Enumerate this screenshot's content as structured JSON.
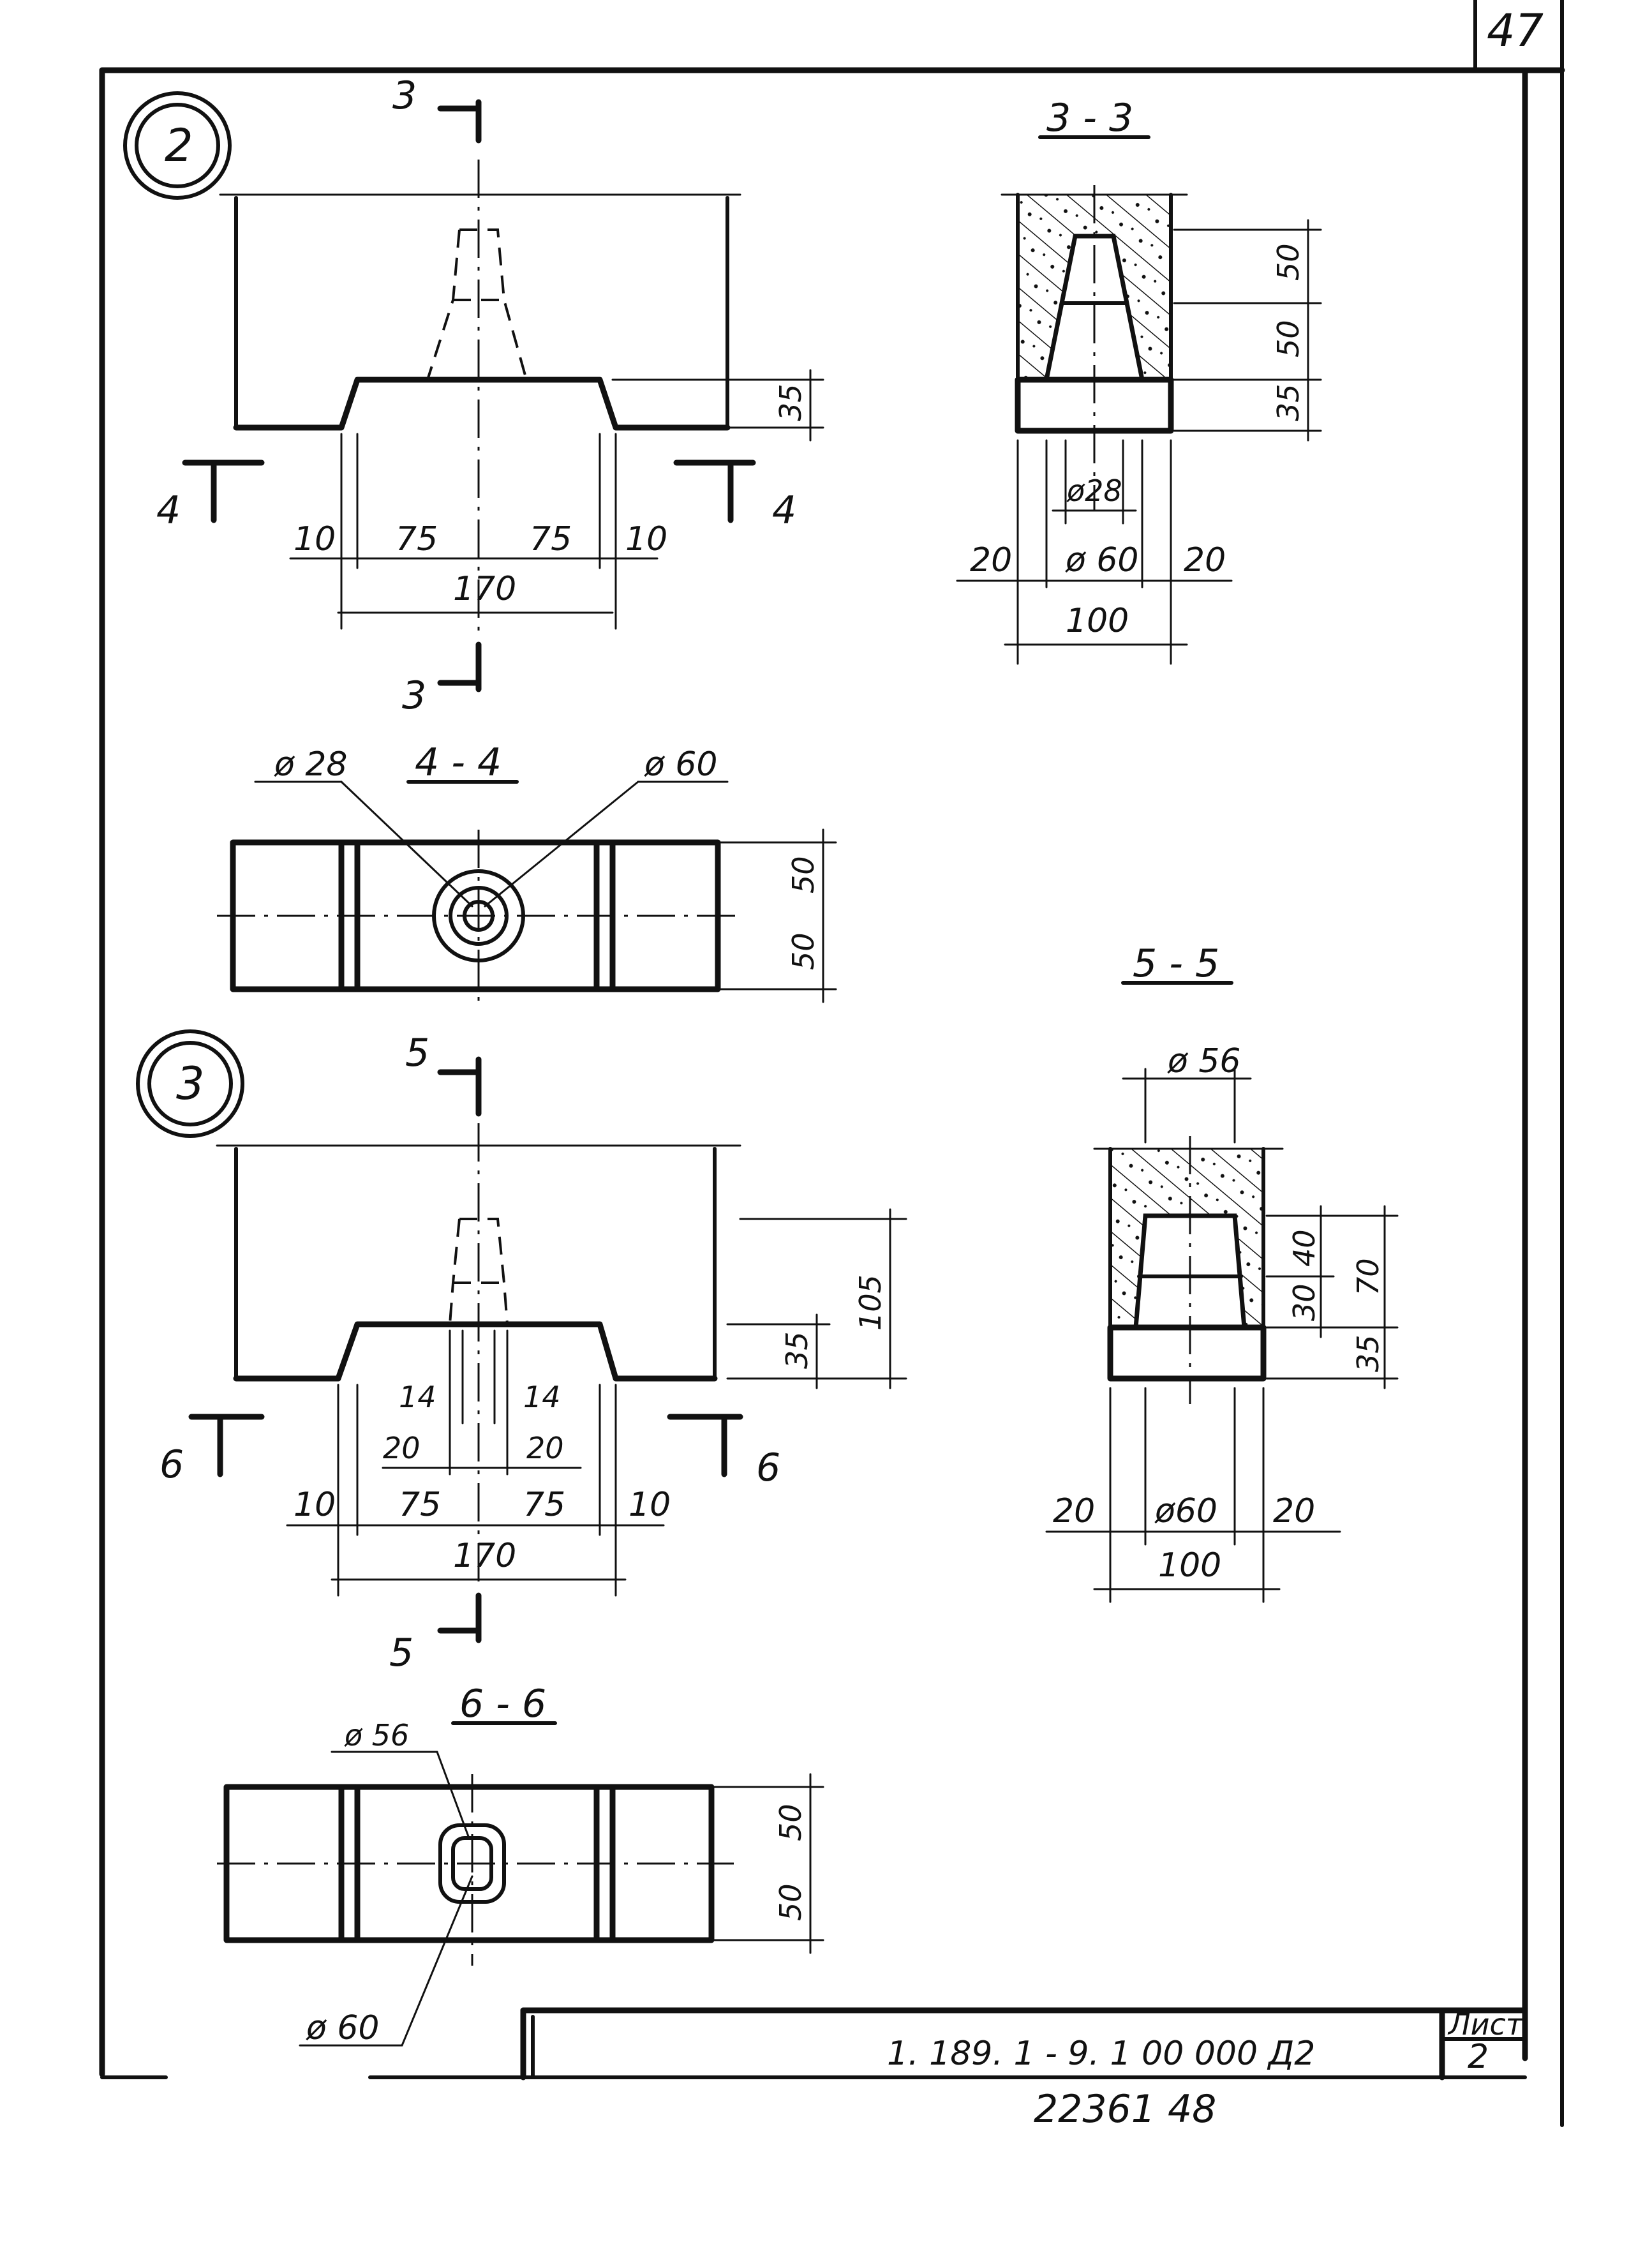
{
  "page_number": "47",
  "detail_2": {
    "marker": "2",
    "section_3_label": "3",
    "section_4_label": "4",
    "dim_left_10": "10",
    "dim_left_75": "75",
    "dim_right_75": "75",
    "dim_right_10": "10",
    "dim_total_170": "170",
    "dim_height_35": "35"
  },
  "section_3_3": {
    "title": "3 - 3",
    "dim_50_top": "50",
    "dim_50_mid": "50",
    "dim_35": "35",
    "dia_28": "ø28",
    "dim_20_left": "20",
    "dia_60": "ø 60",
    "dim_20_right": "20",
    "dim_100": "100"
  },
  "section_4_4": {
    "title": "4 - 4",
    "dia_28": "ø 28",
    "dia_60": "ø 60",
    "dim_50_top": "50",
    "dim_50_bottom": "50"
  },
  "detail_3": {
    "marker": "3",
    "section_5_label": "5",
    "section_6_label": "6",
    "dim_105": "105",
    "dim_35": "35",
    "dim_14_left": "14",
    "dim_14_right": "14",
    "dim_20_left": "20",
    "dim_20_right": "20",
    "dim_left_10": "10",
    "dim_left_75": "75",
    "dim_right_75": "75",
    "dim_right_10": "10",
    "dim_total_170": "170"
  },
  "section_5_5": {
    "title": "5 - 5",
    "dia_56": "ø 56",
    "dim_40": "40",
    "dim_30": "30",
    "dim_70": "70",
    "dim_35": "35",
    "dim_20_left": "20",
    "dia_60": "ø60",
    "dim_20_right": "20",
    "dim_100": "100"
  },
  "section_6_6": {
    "title": "6 - 6",
    "dia_56": "ø 56",
    "dia_60": "ø 60",
    "dim_50_top": "50",
    "dim_50_bottom": "50"
  },
  "title_block": {
    "sheet_label": "Лист",
    "sheet_number": "2",
    "document_code": "1. 189. 1 - 9. 1  00 000  Д2"
  },
  "footer_number": "22361   48"
}
